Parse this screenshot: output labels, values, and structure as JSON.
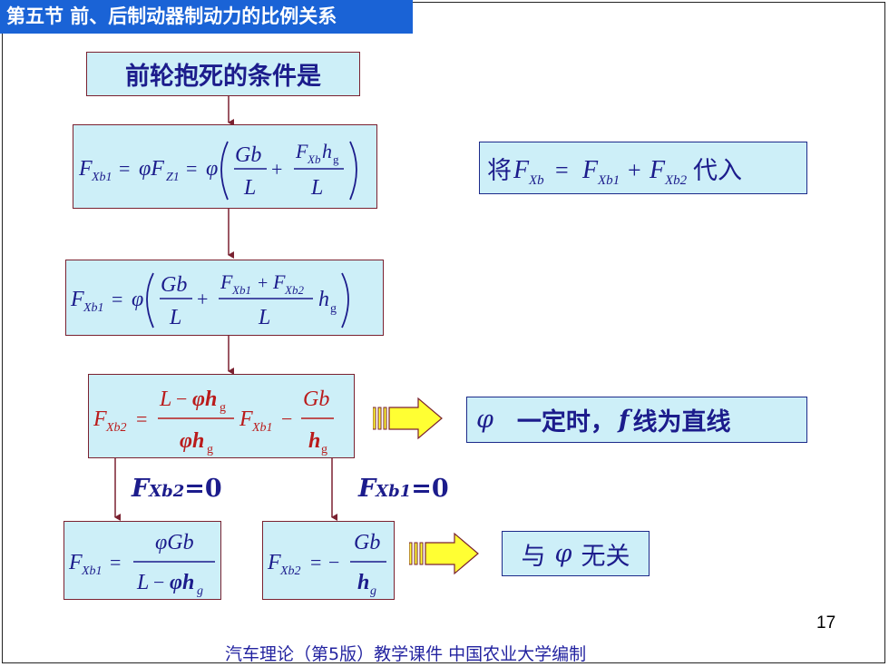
{
  "header": {
    "title": "第五节  前、后制动器制动力的比例关系"
  },
  "flow": {
    "heading": "前轮抱死的条件是",
    "substitute_prefix": "将",
    "substitute_suffix": "代入",
    "note_constant_phi_sym": "φ",
    "note_constant_text": "一定时，",
    "note_constant_f": "f",
    "note_constant_tail": "线为直线",
    "note_independent_pre": "与",
    "note_independent_sym": "φ",
    "note_independent_post": "无关",
    "cond_left": {
      "var": "F",
      "sub": "Xb2",
      "rest": "=0"
    },
    "cond_right": {
      "var": "F",
      "sub": "Xb1",
      "rest": "=0"
    }
  },
  "page_number": "17",
  "footer": {
    "text": "汽车理论（第5版）教学课件   中国农业大学编制"
  },
  "colors": {
    "title_bg": "#1a63d6",
    "box_fill": "#cdeff8",
    "box_border": "#7a2130",
    "text": "#1c1c8c",
    "arrow_fill": "#ffff33",
    "arrow_stroke": "#7a2130",
    "connector": "#7a2130"
  }
}
